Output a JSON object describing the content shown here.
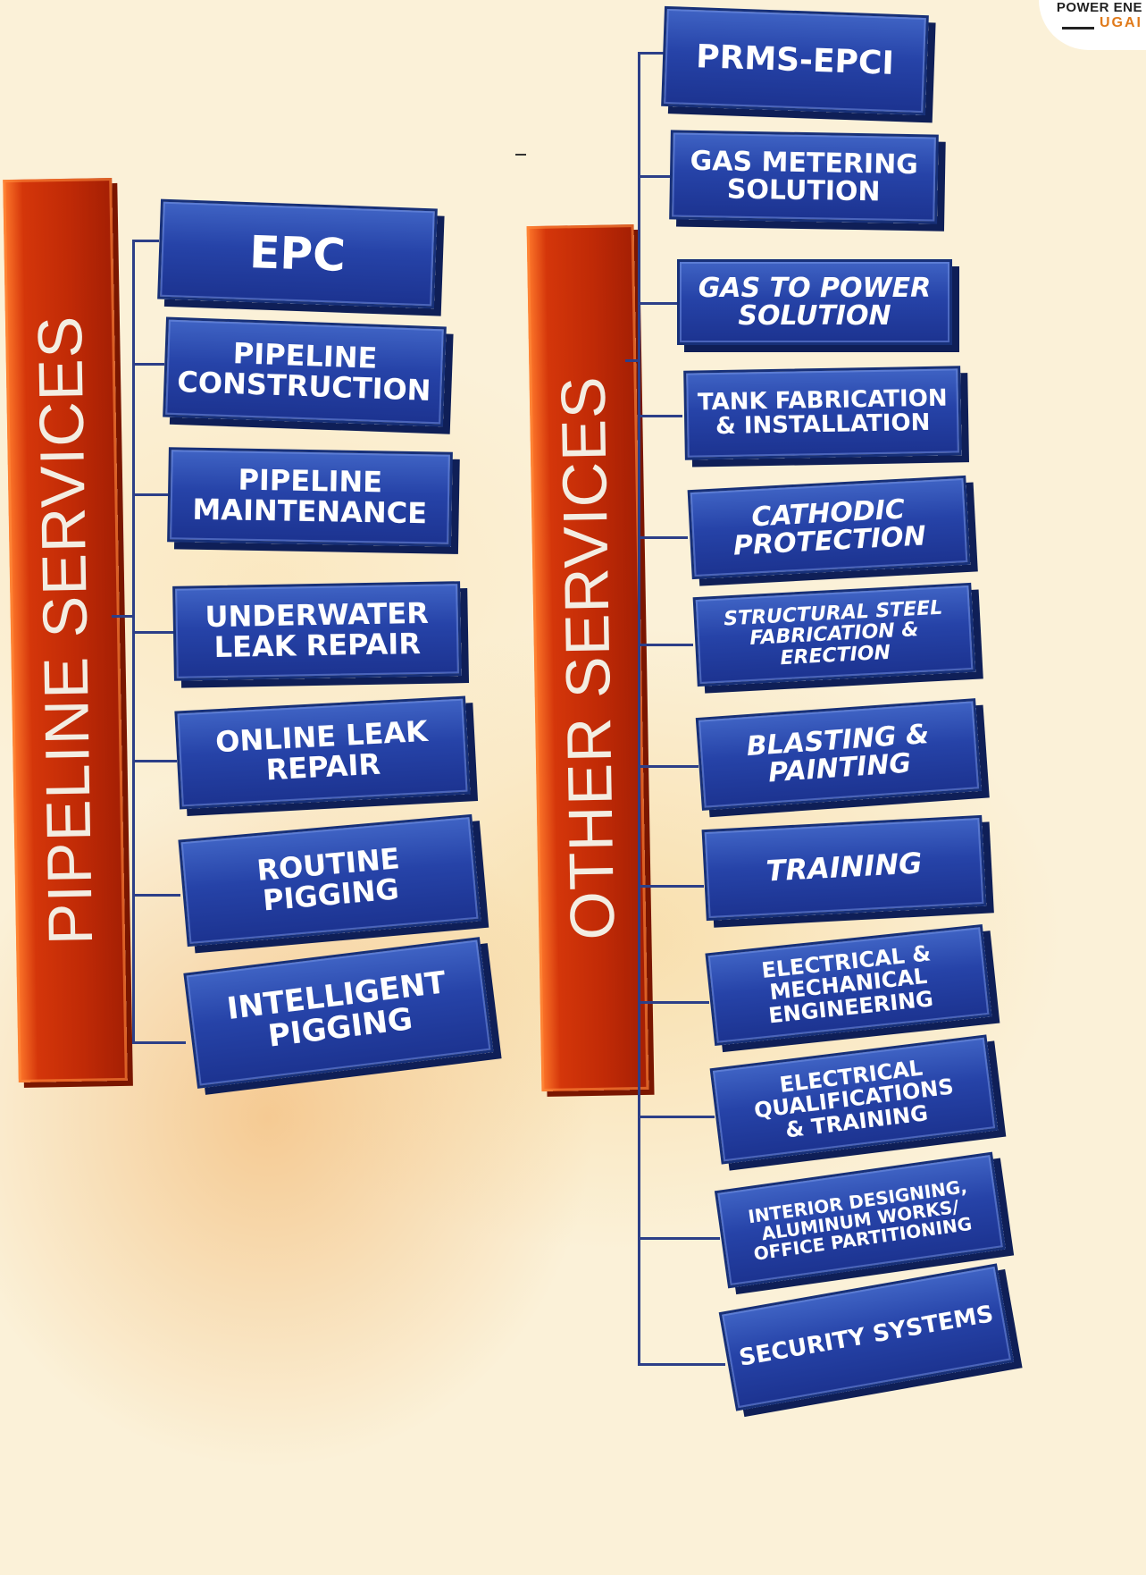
{
  "logo": {
    "line1": "POWER ENE",
    "line2": "UGAI"
  },
  "pipeline_services": {
    "title": "PIPELINE SERVICES",
    "items": [
      "EPC",
      "PIPELINE\nCONSTRUCTION",
      "PIPELINE\nMAINTENANCE",
      "UNDERWATER\nLEAK REPAIR",
      "ONLINE LEAK\nREPAIR",
      "ROUTINE\nPIGGING",
      "INTELLIGENT\nPIGGING"
    ]
  },
  "other_services": {
    "title": "OTHER SERVICES",
    "items": [
      "PRMS-EPCI",
      "GAS METERING\nSOLUTION",
      "GAS TO POWER\nSOLUTION",
      "TANK FABRICATION\n& INSTALLATION",
      "CATHODIC\nPROTECTION",
      "STRUCTURAL STEEL\nFABRICATION & ERECTION",
      "BLASTING &\nPAINTING",
      "TRAINING",
      "ELECTRICAL &\nMECHANICAL\nENGINEERING",
      "ELECTRICAL\nQUALIFICATIONS\n& TRAINING",
      "INTERIOR DESIGNING,\nALUMINUM WORKS/\nOFFICE PARTITIONING",
      "SECURITY SYSTEMS"
    ]
  },
  "colors": {
    "box_blue": "#2643a8",
    "pillar_red": "#c02a06",
    "accent_orange": "#e07a1a"
  }
}
